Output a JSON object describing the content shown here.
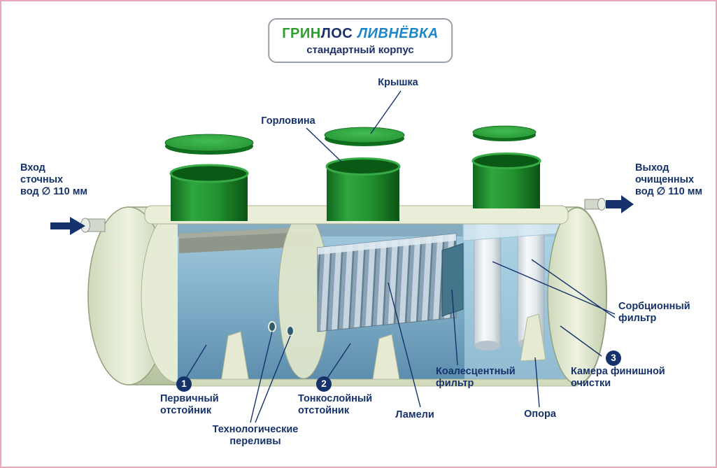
{
  "page": {
    "frame_color": "#eba8bb",
    "background": "#ffffff"
  },
  "logo": {
    "brand_green": "ГРИН",
    "brand_blue": "ЛОС",
    "product": "ЛИВНЁВКА",
    "subtitle": "стандартный корпус"
  },
  "labels": {
    "cover": {
      "text": "Крышка"
    },
    "neck": {
      "text": "Горловина"
    },
    "inlet": {
      "text": "Вход\nсточных\nвод ∅ 110 мм"
    },
    "outlet": {
      "text": "Выход\nочищенных\nвод ∅ 110 мм"
    },
    "sorption_filter": {
      "text": "Сорбционный\nфильтр"
    },
    "finish_chamber": {
      "badge": "3",
      "text": "Камера финишной\nочистки"
    },
    "support": {
      "text": "Опора"
    },
    "coalescent_filter": {
      "text": "Коалесцентный\nфильтр"
    },
    "lamellas": {
      "text": "Ламели"
    },
    "thin_layer_settler": {
      "badge": "2",
      "text": "Тонкослойный\nотстойник"
    },
    "primary_settler": {
      "badge": "1",
      "text": "Первичный\nотстойник"
    },
    "tech_overflows": {
      "text": "Технологические\nпереливы"
    }
  },
  "colors": {
    "label_text": "#16326b",
    "leader_line": "#16326b",
    "badge_bg": "#16326b",
    "brand_green": "#2f9e2f",
    "brand_blue": "#1c2f6b",
    "product_blue": "#1a86c8",
    "lid_green": "#2aa43a",
    "tank_shell": "#e8edd8",
    "water_blue": "#7fb2cc"
  }
}
